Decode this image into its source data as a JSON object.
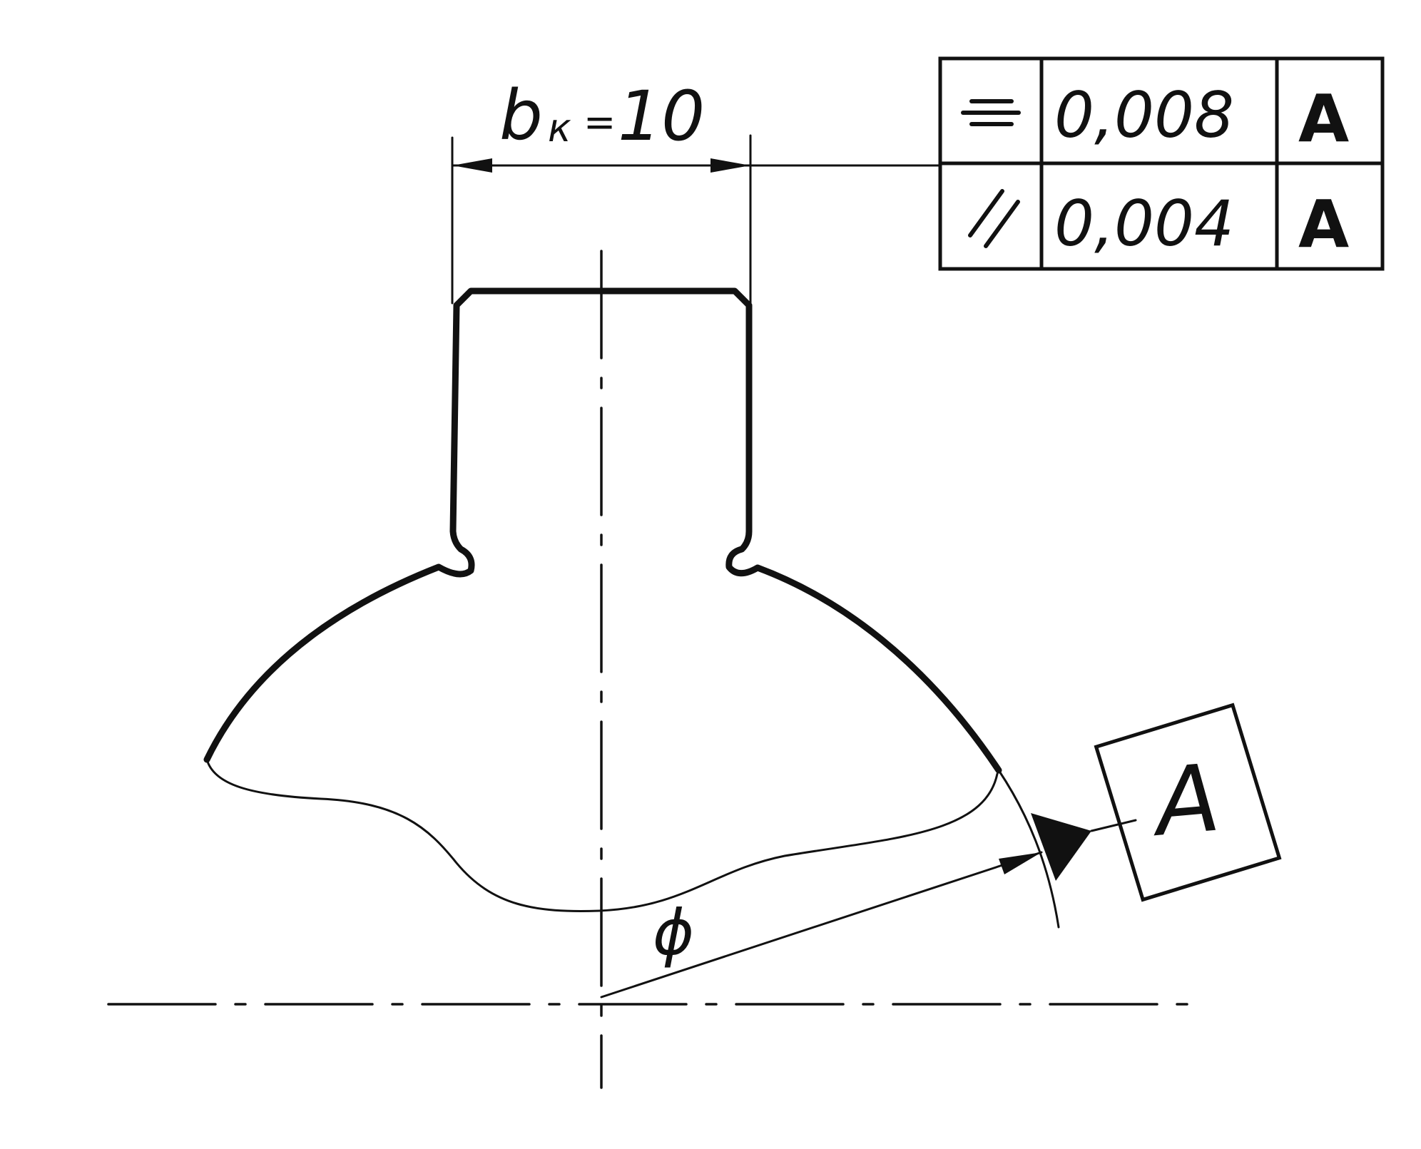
{
  "dimension": {
    "symbol": "b",
    "subscript": "к",
    "equals": "=",
    "value": "10"
  },
  "tolerance_frame": {
    "rows": [
      {
        "symbol": "symmetry-icon",
        "value": "0,008",
        "datum": "A"
      },
      {
        "symbol": "parallelism-icon",
        "value": "0,004",
        "datum": "A"
      }
    ]
  },
  "datum": {
    "label": "A",
    "triangle": "filled"
  },
  "angle_label": "ϕ"
}
